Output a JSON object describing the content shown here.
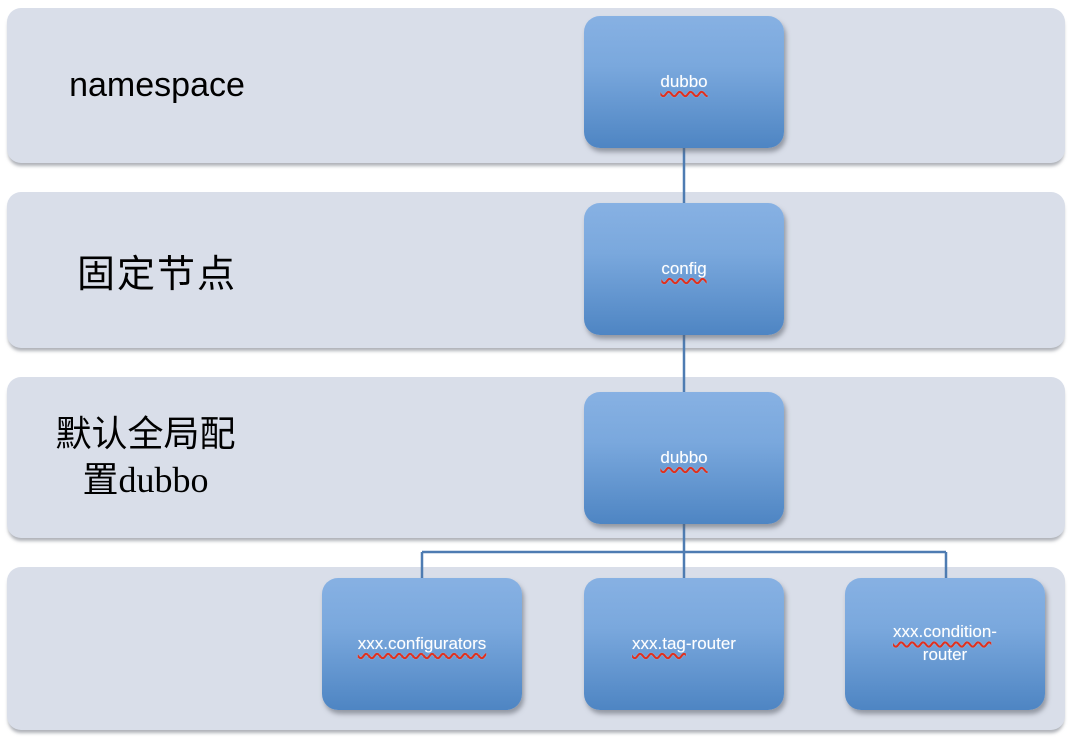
{
  "colors": {
    "page_bg": "#ffffff",
    "row_bg": "#d9dee9",
    "node_gradient_top": "#87b1e3",
    "node_gradient_mid": "#7aa8dd",
    "node_gradient_bottom": "#4e85c3",
    "connector": "#4e7cb2",
    "spellcheck_squiggle": "#e0301e",
    "row_label": "#000000",
    "node_text": "#ffffff"
  },
  "rows": [
    {
      "label": "namespace"
    },
    {
      "label": "固定节点"
    },
    {
      "label": "默认全局配置dubbo"
    },
    {
      "label": ""
    }
  ],
  "nodes": [
    {
      "id": "root",
      "flagged_part": "dubbo",
      "rest": ""
    },
    {
      "id": "config",
      "flagged_part": "config",
      "rest": ""
    },
    {
      "id": "global-dubbo",
      "flagged_part": "dubbo",
      "rest": ""
    },
    {
      "id": "configurators",
      "flagged_part": "xxx.configurators",
      "rest": ""
    },
    {
      "id": "tag-router",
      "flagged_part": "xxx.tag",
      "rest": "-router"
    },
    {
      "id": "condition-router",
      "flagged_part": "xxx.condition",
      "rest": "-router"
    }
  ]
}
